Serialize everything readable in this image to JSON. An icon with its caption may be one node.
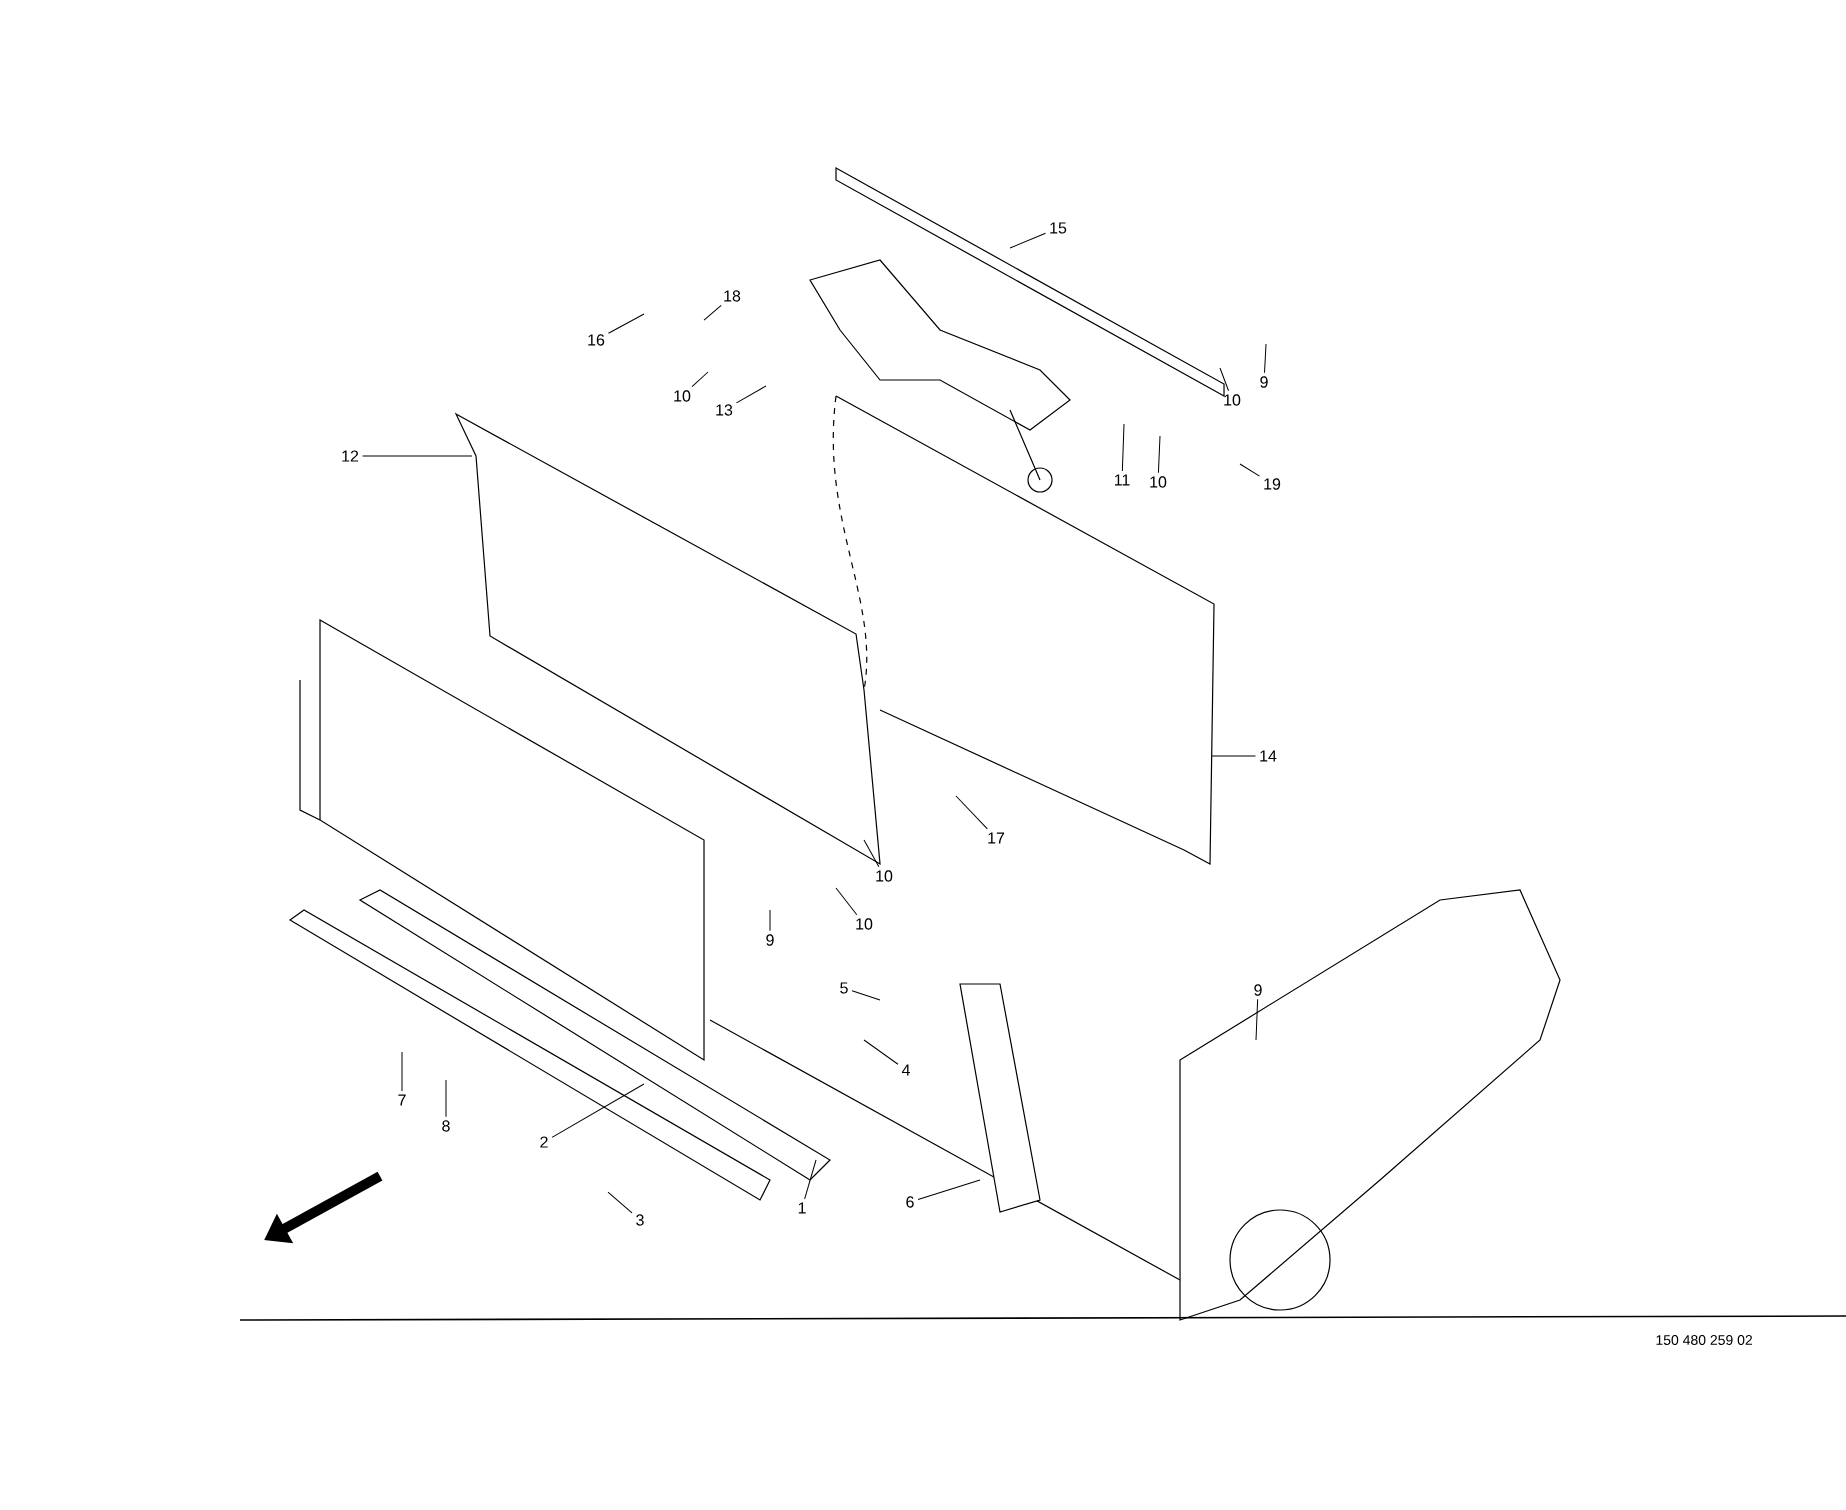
{
  "diagram": {
    "nodes": [
      {
        "text": [
          "15"
        ]
      },
      {
        "text": [
          "18"
        ]
      },
      {
        "text": [
          "16"
        ]
      },
      {
        "text": [
          "10"
        ]
      },
      {
        "text": [
          "13"
        ]
      },
      {
        "text": [
          "12"
        ]
      },
      {
        "text": [
          "10"
        ]
      },
      {
        "text": [
          "9"
        ]
      },
      {
        "text": [
          "11"
        ]
      },
      {
        "text": [
          "10"
        ]
      },
      {
        "text": [
          "19"
        ]
      },
      {
        "text": [
          "14"
        ]
      },
      {
        "text": [
          "17"
        ]
      },
      {
        "text": [
          "10"
        ]
      },
      {
        "text": [
          "10"
        ]
      },
      {
        "text": [
          "9"
        ]
      },
      {
        "text": [
          "5"
        ]
      },
      {
        "text": [
          "4"
        ]
      },
      {
        "text": [
          "9"
        ]
      },
      {
        "text": [
          "7"
        ]
      },
      {
        "text": [
          "8"
        ]
      },
      {
        "text": [
          "2"
        ]
      },
      {
        "text": [
          "6"
        ]
      },
      {
        "text": [
          "3"
        ]
      },
      {
        "text": [
          "1"
        ]
      }
    ],
    "edges": [
      {
        "from": 0,
        "to": null,
        "arrow": "none"
      },
      {
        "from": 1,
        "to": null,
        "arrow": "none"
      },
      {
        "from": 2,
        "to": null,
        "arrow": "none"
      },
      {
        "from": 3,
        "to": null,
        "arrow": "none"
      },
      {
        "from": 4,
        "to": null,
        "arrow": "none"
      },
      {
        "from": 5,
        "to": null,
        "arrow": "none"
      },
      {
        "from": 6,
        "to": null,
        "arrow": "none"
      },
      {
        "from": 7,
        "to": null,
        "arrow": "none"
      },
      {
        "from": 8,
        "to": null,
        "arrow": "none"
      },
      {
        "from": 9,
        "to": null,
        "arrow": "none"
      },
      {
        "from": 10,
        "to": null,
        "arrow": "none"
      },
      {
        "from": 11,
        "to": null,
        "arrow": "none"
      },
      {
        "from": 12,
        "to": null,
        "arrow": "none"
      },
      {
        "from": 13,
        "to": null,
        "arrow": "none"
      },
      {
        "from": 14,
        "to": null,
        "arrow": "none"
      },
      {
        "from": 15,
        "to": null,
        "arrow": "none"
      },
      {
        "from": 16,
        "to": null,
        "arrow": "none"
      },
      {
        "from": 17,
        "to": null,
        "arrow": "none"
      },
      {
        "from": 18,
        "to": null,
        "arrow": "none"
      },
      {
        "from": 19,
        "to": null,
        "arrow": "none"
      },
      {
        "from": 20,
        "to": null,
        "arrow": "none"
      },
      {
        "from": 21,
        "to": null,
        "arrow": "none"
      },
      {
        "from": 22,
        "to": null,
        "arrow": "none"
      },
      {
        "from": 23,
        "to": null,
        "arrow": "none"
      },
      {
        "from": 24,
        "to": null,
        "arrow": "none"
      }
    ],
    "labels": [
      "150 480 259 02"
    ]
  }
}
